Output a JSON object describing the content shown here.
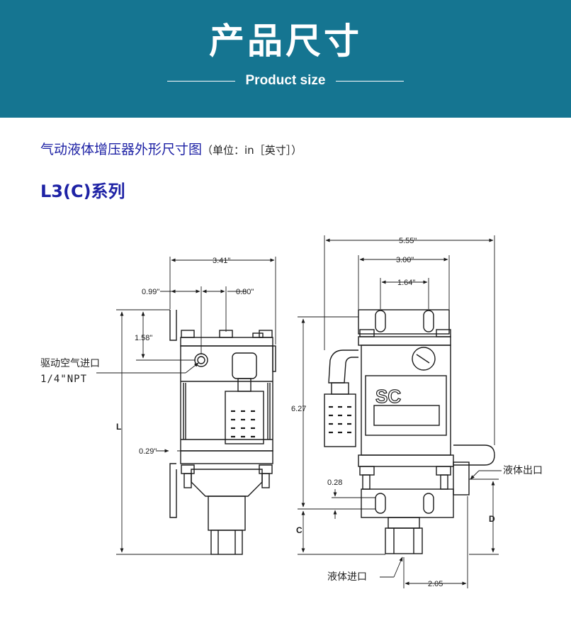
{
  "banner": {
    "title": "产品尺寸",
    "subtitle": "Product size",
    "background_color": "#157591"
  },
  "heading": {
    "main": "气动液体增压器外形尺寸图",
    "unit": "（单位：in［英寸］）"
  },
  "series": {
    "label": "L3(C)系列"
  },
  "colors": {
    "heading": "#1e22a5",
    "line": "#1a1a1a"
  },
  "drawing": {
    "left_view": {
      "dim_width": "3.41\"",
      "dim_offset_left": "0.99\"",
      "dim_offset_right": "0.80\"",
      "dim_height_port": "1.58\"",
      "dim_plate": "0.29\"",
      "dim_length": "L",
      "callout_air_inlet": "驱动空气进口",
      "callout_air_thread": "1/4\"NPT"
    },
    "right_view": {
      "dim_overall_width": "5.55\"",
      "dim_body_width": "3.00\"",
      "dim_hole_spacing": "1.64\"",
      "dim_height": "6.27",
      "dim_small": "0.28",
      "dim_c": "C",
      "dim_d": "D",
      "dim_outlet_offset": "2.05",
      "logo_text": "SC",
      "callout_fluid_outlet": "液体出口",
      "callout_fluid_inlet": "液体进口"
    }
  }
}
